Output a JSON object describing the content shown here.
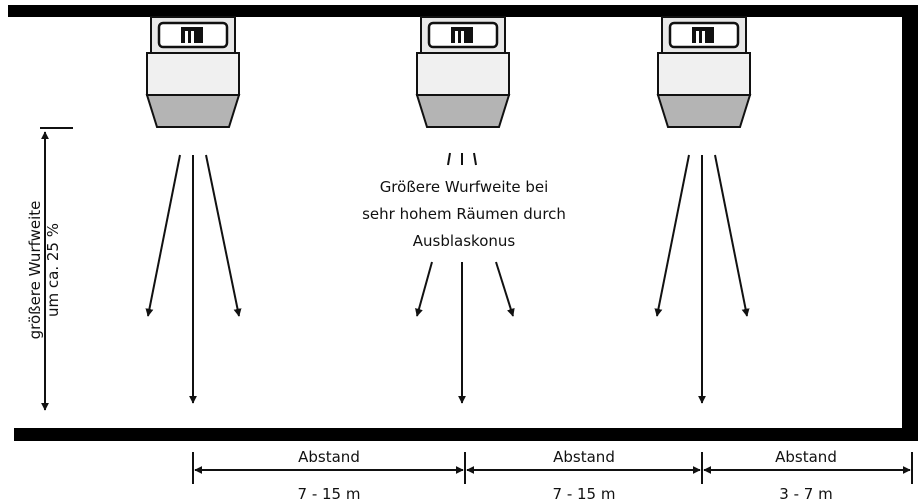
{
  "labels": {
    "throw_extension_line1": "größere Wurfweite",
    "throw_extension_line2": "um ca. 25 %",
    "center_note_line1": "Größere Wurfweite bei",
    "center_note_line2": "sehr hohem Räumen durch",
    "center_note_line3": "Ausblaskonus"
  },
  "spacings": [
    {
      "label": "Abstand",
      "value": "7 - 15 m"
    },
    {
      "label": "Abstand",
      "value": "7 - 15 m"
    },
    {
      "label": "Abstand",
      "value": "3 - 7 m"
    }
  ],
  "heaters": [
    {
      "name": "unit-left"
    },
    {
      "name": "unit-center"
    },
    {
      "name": "unit-right"
    }
  ],
  "colors": {
    "wall": "#000000",
    "housing_light": "#f0f0f0",
    "nozzle_dark": "#b4b4b4"
  },
  "icons": [
    "heater-unit-icon",
    "airflow-arrow-icon",
    "dimension-arrow-icon"
  ]
}
